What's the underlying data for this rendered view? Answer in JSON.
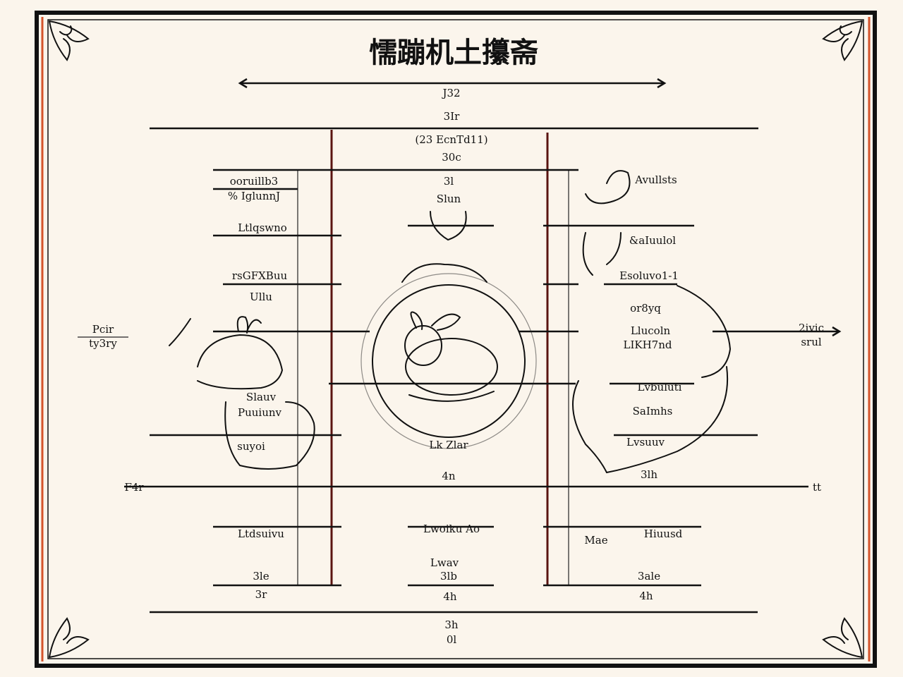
{
  "title": "懦蹦机土攥斋",
  "colors": {
    "background": "#fbf5ec",
    "ink": "#111111",
    "accent_red": "#5a1410",
    "border_orange": "#d4532a"
  },
  "top_labels": [
    "J32",
    "3Ir",
    "(23 EcnTd11)",
    "30c"
  ],
  "center_labels": [
    "3l",
    "Slun",
    "Lk Zlar",
    "4n",
    "Lwoiku Ao",
    "Lwav",
    "3lb",
    "4h",
    "3h",
    "0l"
  ],
  "left_labels": [
    "ooruillb3",
    "% IglunnJ",
    "Ltlqswno",
    "rsGFXBuu",
    "Ullu",
    "Slauv",
    "Puuiunv",
    "suyoi",
    "Ltdsuivu",
    "3le",
    "3r"
  ],
  "left_arrow_label": [
    "Pcir",
    "ty3ry"
  ],
  "right_labels": [
    "Avullsts",
    "&aIuulol",
    "Esoluvo1-1",
    "or8yq",
    "Llucoln",
    "LIKH7nd",
    "Lvbuluti",
    "SaImhs",
    "Lvsuuv",
    "3lh",
    "Mae",
    "Hiuusd",
    "3ale",
    "4h"
  ],
  "right_arrow_label": [
    "2ivic",
    "srul"
  ],
  "axis_labels": {
    "left": "F4r",
    "right": "tt"
  },
  "icons": [
    "corner-ornament-icon",
    "rabbit-left-icon",
    "rabbit-center-icon",
    "rabbit-right-icon"
  ]
}
